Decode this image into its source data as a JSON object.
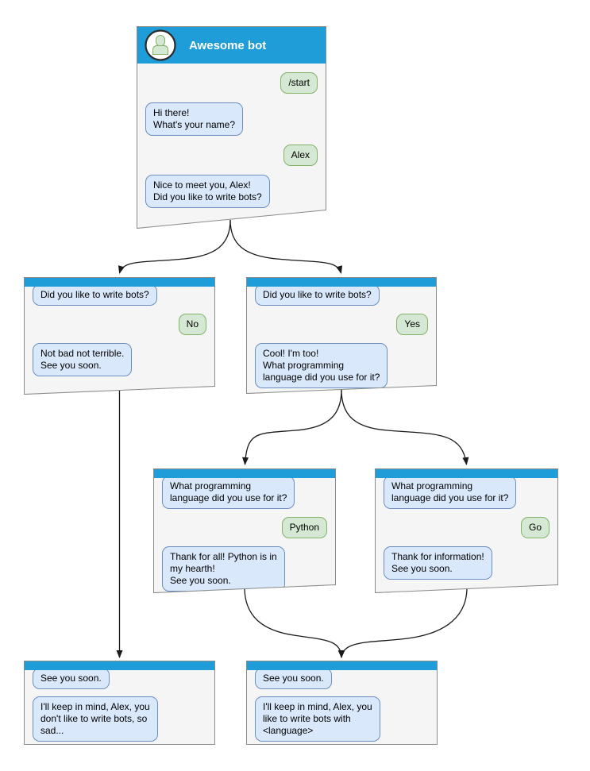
{
  "colors": {
    "titlebar_blue": "#1E9DD9",
    "bot_bubble_fill": "#DAE8FC",
    "bot_bubble_border": "#6C8EBF",
    "user_bubble_fill": "#D5E8D4",
    "user_bubble_border": "#82B366",
    "window_fill": "#F5F5F5",
    "window_border": "#8A8A8A"
  },
  "nodes": {
    "main": {
      "title": "Awesome bot",
      "avatar": "person-icon",
      "messages": [
        {
          "from": "user",
          "text": "/start"
        },
        {
          "from": "bot",
          "text": "Hi there!\nWhat's your name?"
        },
        {
          "from": "user",
          "text": "Alex"
        },
        {
          "from": "bot",
          "text": "Nice to meet you, Alex!\nDid you like to write bots?"
        }
      ]
    },
    "branch_no": {
      "messages": [
        {
          "from": "bot",
          "text": "Did you like to write bots?"
        },
        {
          "from": "user",
          "text": "No"
        },
        {
          "from": "bot",
          "text": "Not bad not terrible.\nSee you soon."
        }
      ]
    },
    "branch_yes": {
      "messages": [
        {
          "from": "bot",
          "text": "Did you like to write bots?"
        },
        {
          "from": "user",
          "text": "Yes"
        },
        {
          "from": "bot",
          "text": "Cool! I'm too!\nWhat programming\nlanguage did you use for it?"
        }
      ]
    },
    "branch_python": {
      "messages": [
        {
          "from": "bot",
          "text": "What programming\nlanguage did you use for it?"
        },
        {
          "from": "user",
          "text": "Python"
        },
        {
          "from": "bot",
          "text": "Thank for all! Python is in\nmy hearth!\nSee you soon."
        }
      ]
    },
    "branch_go": {
      "messages": [
        {
          "from": "bot",
          "text": "What programming\nlanguage did you use for it?"
        },
        {
          "from": "user",
          "text": "Go"
        },
        {
          "from": "bot",
          "text": "Thank for information!\nSee you soon."
        }
      ]
    },
    "end_no": {
      "messages": [
        {
          "from": "bot",
          "text": "See you soon."
        },
        {
          "from": "bot",
          "text": "I'll keep in mind, Alex, you\ndon't like to write bots, so\nsad..."
        }
      ]
    },
    "end_language": {
      "messages": [
        {
          "from": "bot",
          "text": "See you soon."
        },
        {
          "from": "bot",
          "text": "I'll keep in mind, Alex, you\nlike to write bots with\n<language>"
        }
      ]
    }
  },
  "edges": [
    {
      "from": "main",
      "to": "branch_no"
    },
    {
      "from": "main",
      "to": "branch_yes"
    },
    {
      "from": "branch_no",
      "to": "end_no"
    },
    {
      "from": "branch_yes",
      "to": "branch_python"
    },
    {
      "from": "branch_yes",
      "to": "branch_go"
    },
    {
      "from": "branch_python",
      "to": "end_language"
    },
    {
      "from": "branch_go",
      "to": "end_language"
    }
  ]
}
